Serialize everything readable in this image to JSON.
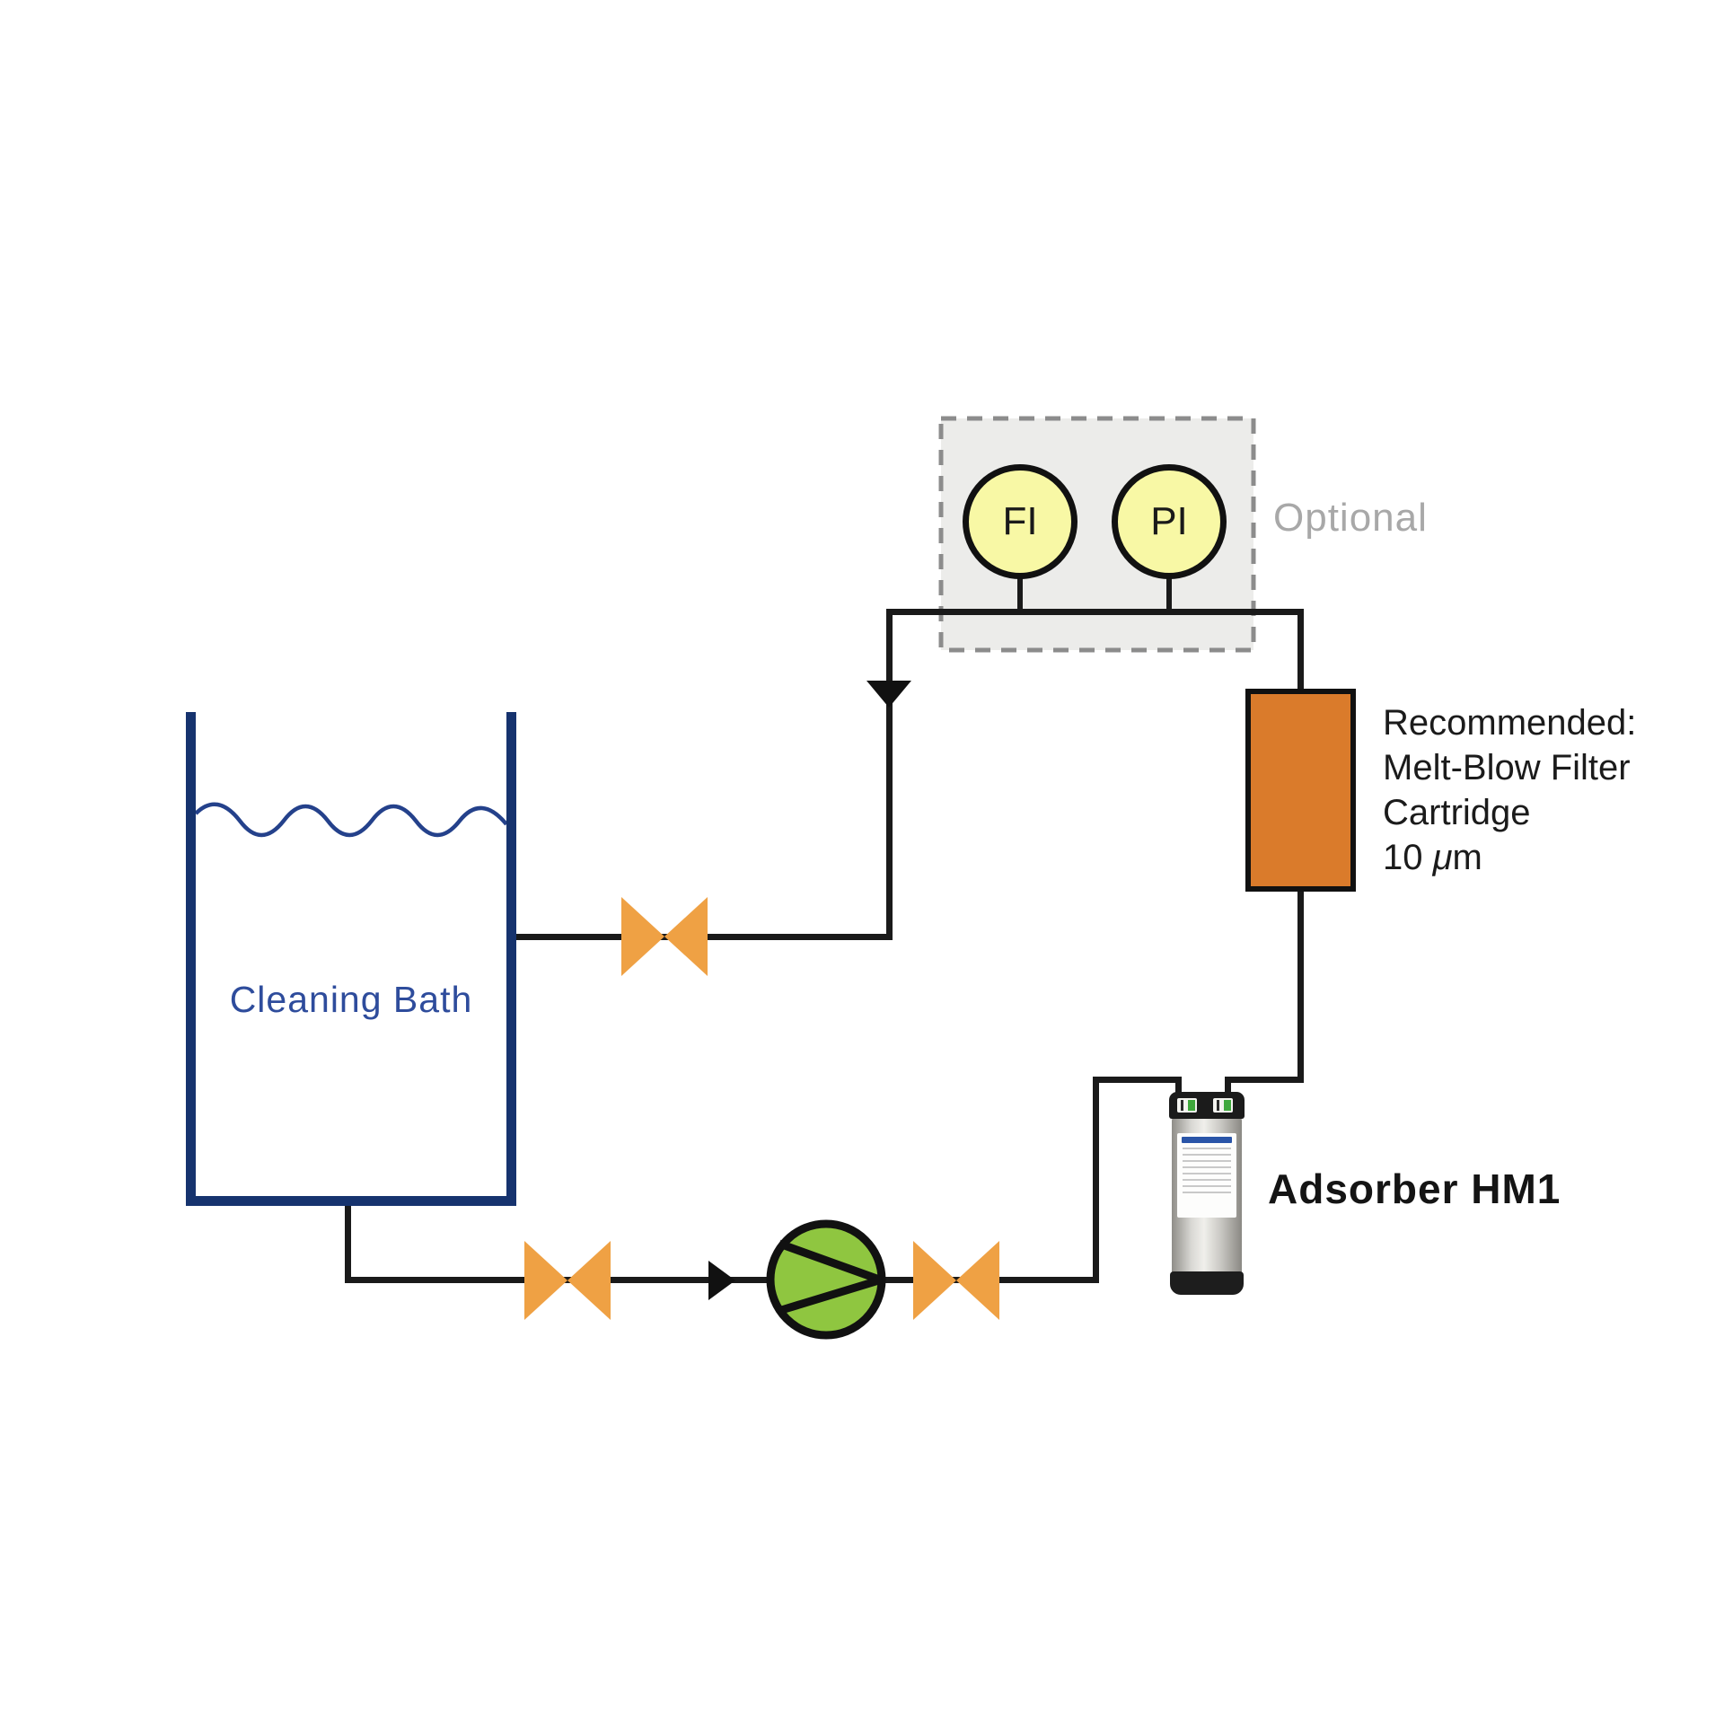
{
  "diagram": {
    "title_hint": "Cleaning bath adsorber circulation loop",
    "tank": {
      "label": "Cleaning Bath"
    },
    "optional_group": {
      "label": "Optional",
      "instruments": [
        {
          "label": "FI"
        },
        {
          "label": "PI"
        }
      ]
    },
    "filter": {
      "note_lines": [
        "Recommended:",
        "Melt-Blow Filter",
        "Cartridge"
      ],
      "micron": {
        "prefix": "10 ",
        "mu": "μ",
        "suffix": "m"
      }
    },
    "adsorber": {
      "label": "Adsorber HM1"
    },
    "colors": {
      "pipe_black": "#1a1a1a",
      "valve_orange": "#efa144",
      "filter_orange": "#da7b2b",
      "pump_green": "#8fc640",
      "gauge_yellow": "#f8f8a5",
      "tank_navy": "#16336e",
      "tank_label_blue": "#2e4c9c",
      "optional_gray": "#a8a8a8",
      "optional_box_fill": "#ececea",
      "optional_box_border": "#8c8c8c"
    }
  }
}
